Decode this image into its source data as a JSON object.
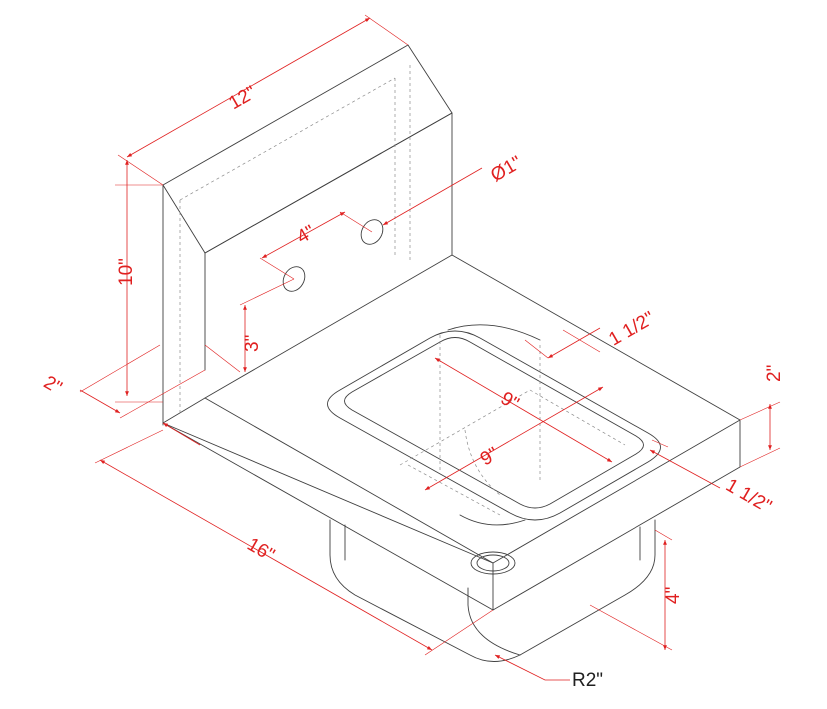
{
  "colors": {
    "outline": "#404040",
    "hidden_line": "#8a8a8a",
    "dimension": "#e02020",
    "leader_text": "#202020",
    "background": "#ffffff"
  },
  "dimensions": {
    "backsplash_width": "12\"",
    "backsplash_height": "10\"",
    "backsplash_thickness": "2\"",
    "faucet_hole_diameter": "Ø1\"",
    "faucet_hole_spacing": "4\"",
    "faucet_hole_height": "3\"",
    "overall_depth": "16\"",
    "deck_thickness": "2\"",
    "rim_back": "1 1/2\"",
    "rim_side": "1 1/2\"",
    "bowl_length": "9\"",
    "bowl_width": "9\"",
    "bowl_depth": "4\"",
    "corner_radius": "R2\""
  }
}
